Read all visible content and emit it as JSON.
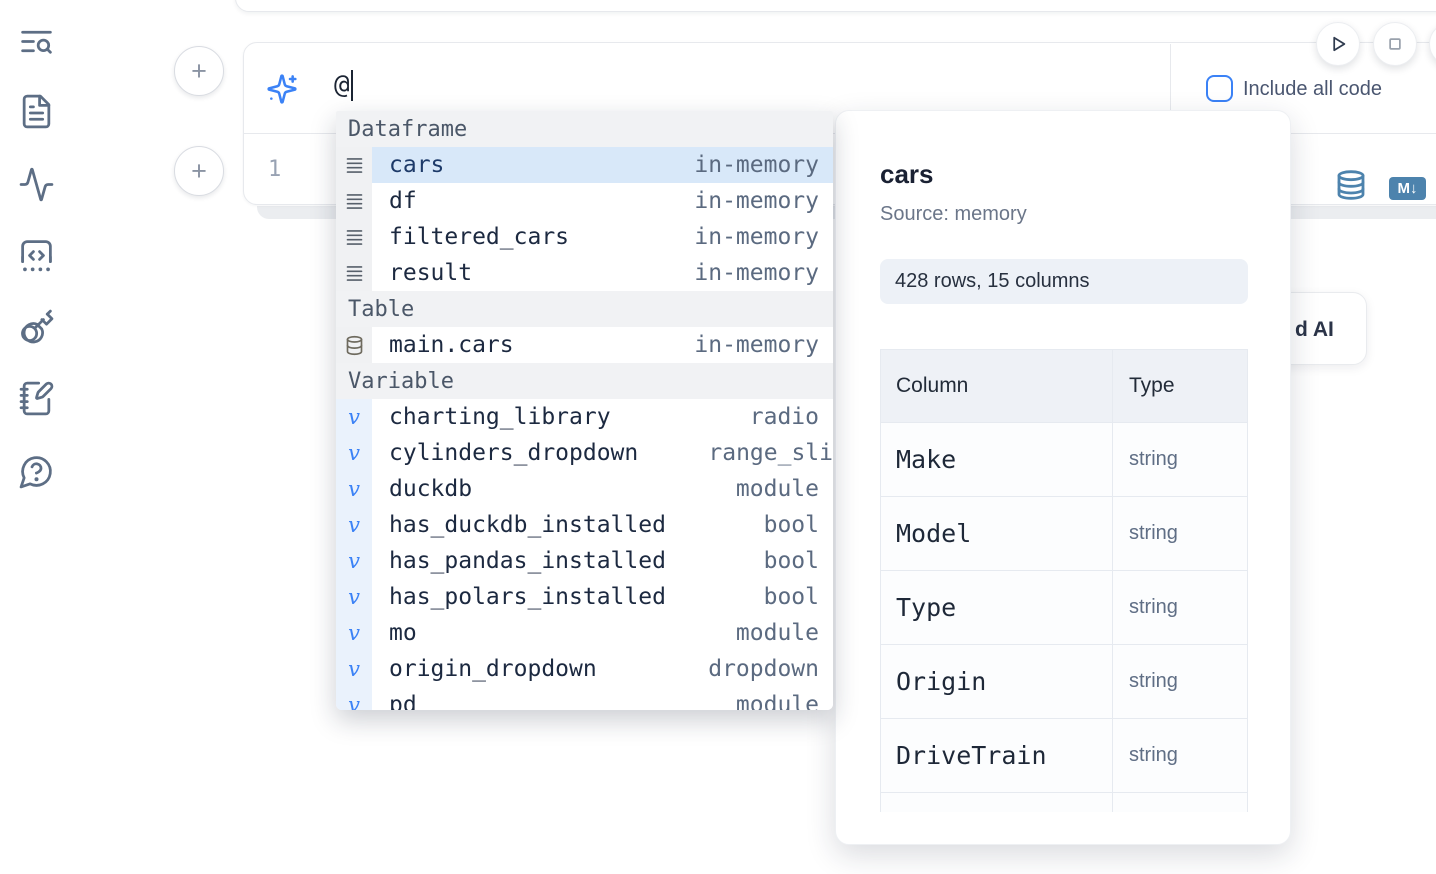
{
  "sidebar": {
    "items": [
      {
        "icon": "search-list"
      },
      {
        "icon": "file-document"
      },
      {
        "icon": "activity"
      },
      {
        "icon": "code-snippets"
      },
      {
        "icon": "key"
      },
      {
        "icon": "notebook-pen"
      },
      {
        "icon": "help-chat"
      }
    ]
  },
  "top_controls": {
    "run_icon": "play",
    "stop_icon": "stop"
  },
  "add_buttons": {
    "plus_label": "+"
  },
  "ai_prompt": {
    "value": "@",
    "include_all_code_label": "Include all code",
    "include_all_code_checked": false,
    "sparkles_icon": "ai-sparkles"
  },
  "editor": {
    "line_number": "1",
    "database_icon": "database",
    "markdown_badge": "M↓"
  },
  "completion": {
    "sections": [
      {
        "label": "Dataframe",
        "items": [
          {
            "name": "cars",
            "type": "in-memory",
            "icon": "rows",
            "selected": true
          },
          {
            "name": "df",
            "type": "in-memory",
            "icon": "rows"
          },
          {
            "name": "filtered_cars",
            "type": "in-memory",
            "icon": "rows"
          },
          {
            "name": "result",
            "type": "in-memory",
            "icon": "rows"
          }
        ]
      },
      {
        "label": "Table",
        "items": [
          {
            "name": "main.cars",
            "type": "in-memory",
            "icon": "database"
          }
        ]
      },
      {
        "label": "Variable",
        "items": [
          {
            "name": "charting_library",
            "type": "radio",
            "icon": "variable"
          },
          {
            "name": "cylinders_dropdown",
            "type": "range_sli",
            "icon": "variable",
            "clipped": true
          },
          {
            "name": "duckdb",
            "type": "module",
            "icon": "variable"
          },
          {
            "name": "has_duckdb_installed",
            "type": "bool",
            "icon": "variable"
          },
          {
            "name": "has_pandas_installed",
            "type": "bool",
            "icon": "variable"
          },
          {
            "name": "has_polars_installed",
            "type": "bool",
            "icon": "variable"
          },
          {
            "name": "mo",
            "type": "module",
            "icon": "variable"
          },
          {
            "name": "origin_dropdown",
            "type": "dropdown",
            "icon": "variable"
          },
          {
            "name": "pd",
            "type": "module",
            "icon": "variable",
            "partial": true
          }
        ]
      }
    ]
  },
  "preview": {
    "title": "cars",
    "source": "Source: memory",
    "shape": "428 rows, 15 columns",
    "table": {
      "headers": [
        "Column",
        "Type"
      ],
      "rows": [
        [
          "Make",
          "string"
        ],
        [
          "Model",
          "string"
        ],
        [
          "Type",
          "string"
        ],
        [
          "Origin",
          "string"
        ],
        [
          "DriveTrain",
          "string"
        ],
        [
          "",
          ""
        ]
      ]
    }
  },
  "ai_card": {
    "visible_label": "d AI"
  },
  "colors": {
    "accent_blue": "#3b82f6",
    "steel_blue": "#4d83ad",
    "selection_bg": "#d8e8f9",
    "icon_slate": "#5d6e85"
  }
}
